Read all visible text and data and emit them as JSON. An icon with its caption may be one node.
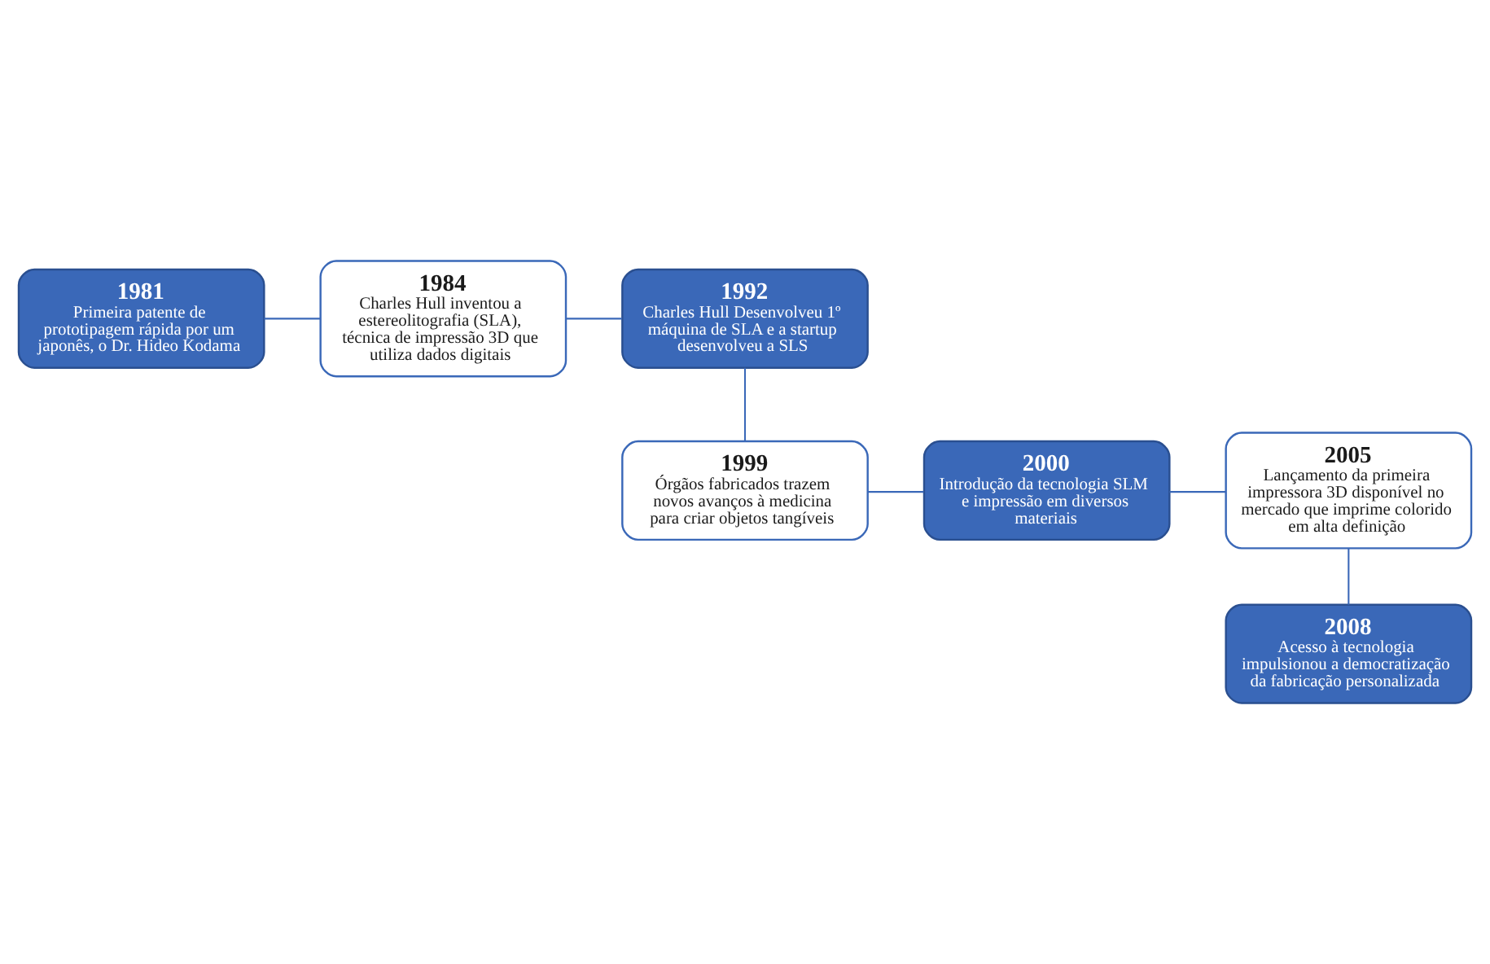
{
  "diagram": {
    "nodes": [
      {
        "text": [
          "1981",
          "Primeira patente de prototipagem rápida por um japonês, o Dr. Hideo Kodama"
        ]
      },
      {
        "text": [
          "1984",
          "Charles Hull inventou a estereolitografia (SLA), técnica de impressão 3D que utiliza dados digitais"
        ]
      },
      {
        "text": [
          "1992",
          "Charles Hull Desenvolveu 1º máquina de SLA e a startup desenvolveu a SLS"
        ]
      },
      {
        "text": [
          "1999",
          "Órgãos fabricados trazem novos avanços à medicina para criar objetos tangíveis"
        ]
      },
      {
        "text": [
          "2000",
          "Introdução da tecnologia SLM e impressão em diversos materiais"
        ]
      },
      {
        "text": [
          "2005",
          "Lançamento da primeira impressora 3D disponível no mercado que imprime colorido em alta definição"
        ]
      },
      {
        "text": [
          "2008",
          "Acesso à tecnologia impulsionou a democratização da fabricação personalizada"
        ]
      }
    ],
    "edges": [
      {
        "from": 0,
        "to": 1,
        "arrow": "none"
      },
      {
        "from": 1,
        "to": 2,
        "arrow": "none"
      },
      {
        "from": 2,
        "to": 3,
        "arrow": "none"
      },
      {
        "from": 3,
        "to": 4,
        "arrow": "none"
      },
      {
        "from": 4,
        "to": 5,
        "arrow": "none"
      },
      {
        "from": 5,
        "to": 6,
        "arrow": "none"
      }
    ]
  }
}
